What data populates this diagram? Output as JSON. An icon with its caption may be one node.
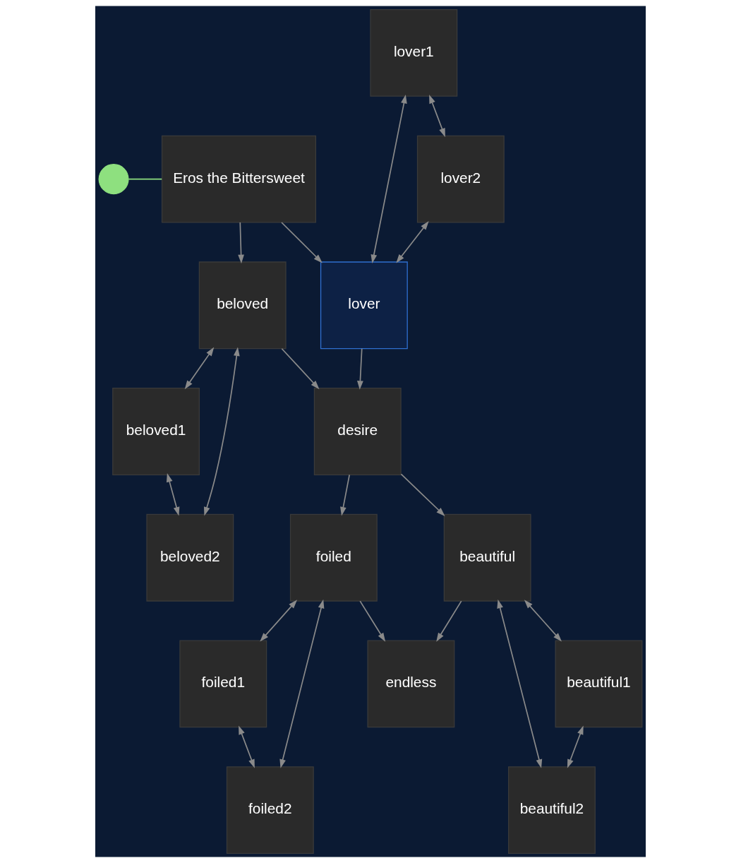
{
  "diagram": {
    "nodes": [
      {
        "text": [],
        "shape": "circle"
      },
      {
        "text": [
          "Eros the Bittersweet"
        ]
      },
      {
        "text": [
          "beloved1"
        ]
      },
      {
        "text": [
          "lover1"
        ]
      },
      {
        "text": [
          "lover"
        ]
      },
      {
        "text": [
          "beloved"
        ]
      },
      {
        "text": [
          "beloved2"
        ]
      },
      {
        "text": [
          "lover2"
        ]
      },
      {
        "text": [
          "desire"
        ]
      },
      {
        "text": [
          "foiled1"
        ]
      },
      {
        "text": [
          "beautiful1"
        ]
      },
      {
        "text": [
          "beautiful"
        ]
      },
      {
        "text": [
          "foiled"
        ]
      },
      {
        "text": [
          "foiled2"
        ]
      },
      {
        "text": [
          "beautiful2"
        ]
      },
      {
        "text": [
          "endless"
        ]
      }
    ],
    "edges": [
      {
        "from": 0,
        "to": 1,
        "arrow": "none",
        "color": "#8ee07f"
      },
      {
        "from": 1,
        "to": 4,
        "arrow": "to"
      },
      {
        "from": 1,
        "to": 5,
        "arrow": "to"
      },
      {
        "from": 3,
        "to": 4,
        "arrow": "both"
      },
      {
        "from": 3,
        "to": 7,
        "arrow": "both"
      },
      {
        "from": 7,
        "to": 4,
        "arrow": "both"
      },
      {
        "from": 5,
        "to": 2,
        "arrow": "both"
      },
      {
        "from": 2,
        "to": 6,
        "arrow": "both"
      },
      {
        "from": 5,
        "to": 6,
        "arrow": "both"
      },
      {
        "from": 4,
        "to": 8,
        "arrow": "to"
      },
      {
        "from": 5,
        "to": 8,
        "arrow": "to"
      },
      {
        "from": 8,
        "to": 11,
        "arrow": "to"
      },
      {
        "from": 8,
        "to": 12,
        "arrow": "to"
      },
      {
        "from": 11,
        "to": 10,
        "arrow": "both"
      },
      {
        "from": 10,
        "to": 14,
        "arrow": "both"
      },
      {
        "from": 14,
        "to": 11,
        "arrow": "both"
      },
      {
        "from": 12,
        "to": 9,
        "arrow": "both"
      },
      {
        "from": 9,
        "to": 13,
        "arrow": "both"
      },
      {
        "from": 12,
        "to": 13,
        "arrow": "both"
      },
      {
        "from": 11,
        "to": 15,
        "arrow": "to"
      },
      {
        "from": 12,
        "to": 15,
        "arrow": "to"
      }
    ]
  }
}
